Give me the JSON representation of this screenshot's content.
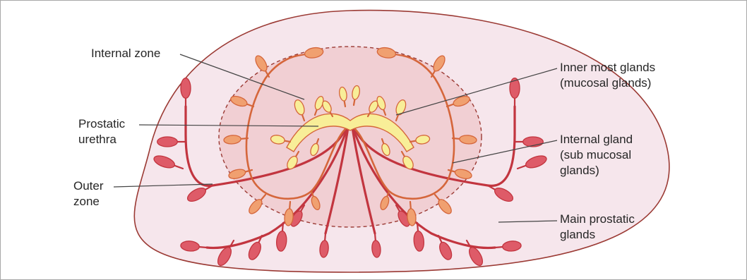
{
  "labels": {
    "internal_zone": "Internal zone",
    "prostatic_urethra": [
      "Prostatic",
      "urethra"
    ],
    "outer_zone": [
      "Outer",
      "zone"
    ],
    "inner_most_glands": [
      "Inner most glands",
      "(mucosal glands)"
    ],
    "internal_gland": [
      "Internal gland",
      "(sub mucosal",
      "glands)"
    ],
    "main_prostatic_glands": [
      "Main prostatic",
      "glands"
    ]
  },
  "colors": {
    "outer_zone_fill": "#f6e6ec",
    "outline": "#9b3a34",
    "internal_zone_fill": "#f1cfd3",
    "main_glands": "#c2353f",
    "main_gland_lobule": "#de5b68",
    "submucosal_glands": "#d5663b",
    "submucosal_lobule": "#f0a070",
    "mucosal_glands": "#f8ee98",
    "leader_line": "#444444"
  }
}
